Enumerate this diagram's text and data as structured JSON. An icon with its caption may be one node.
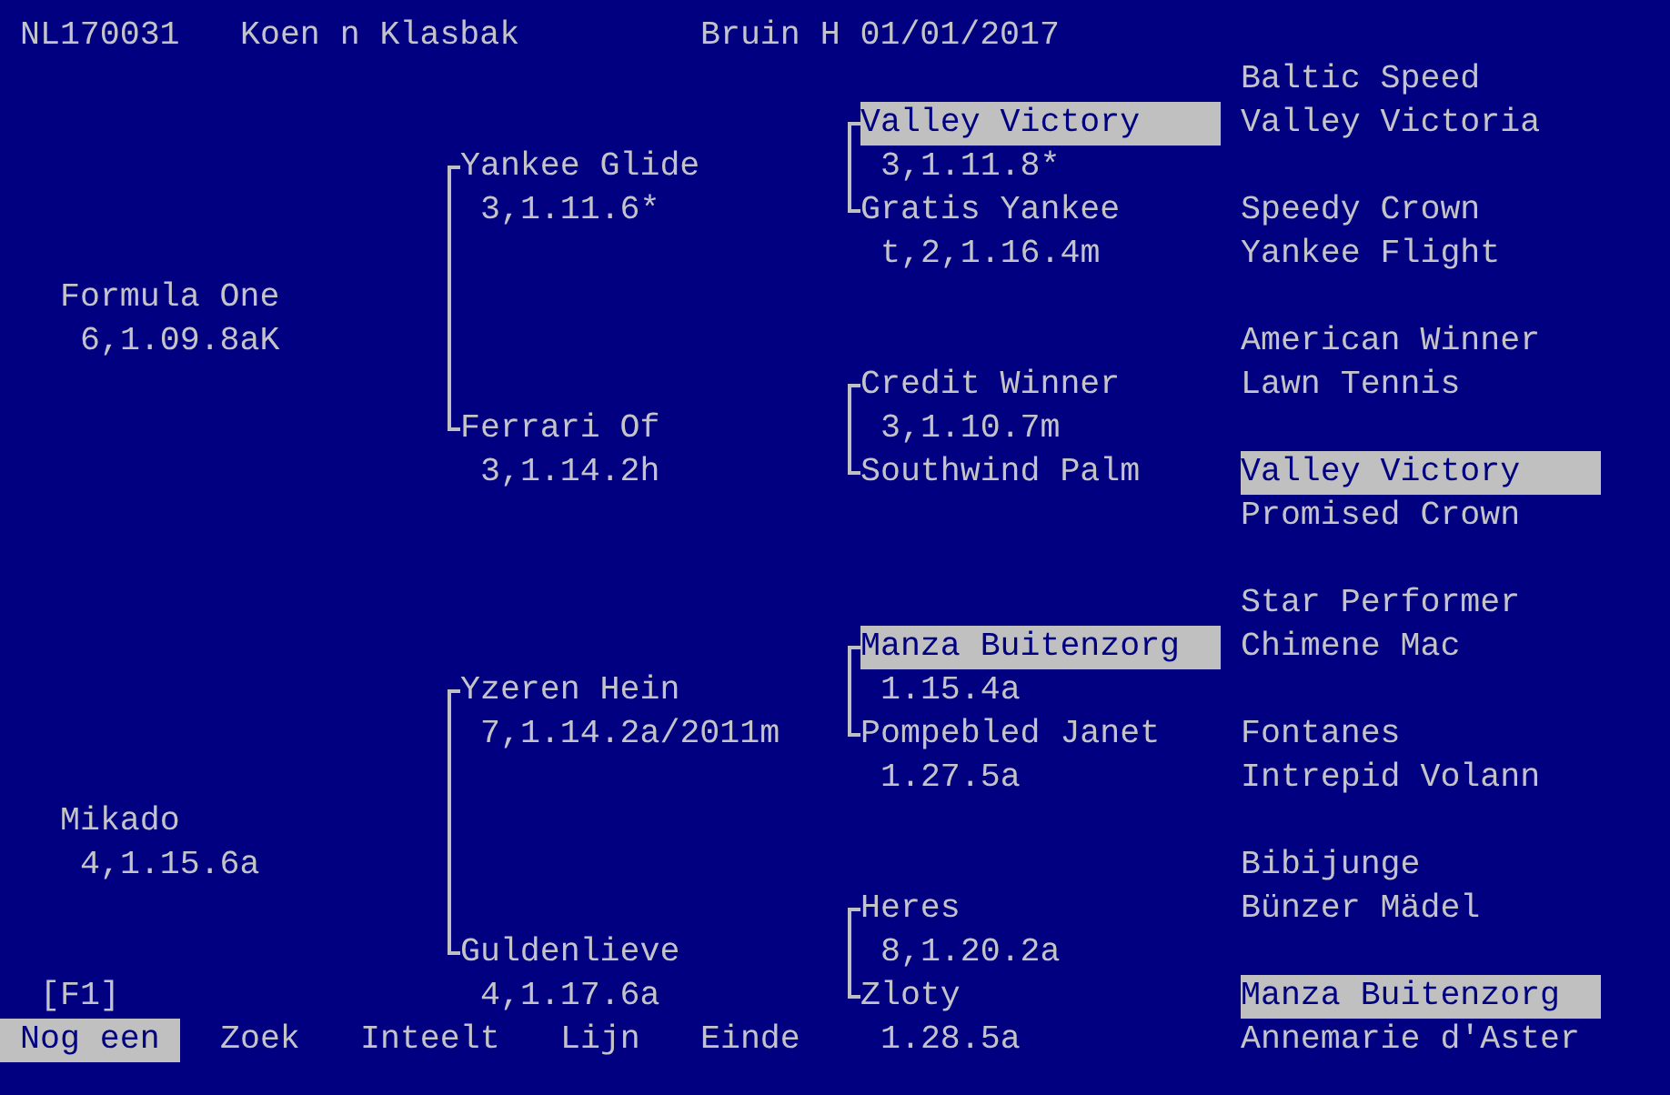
{
  "diagram": {
    "nodes": [
      {
        "text": [
          "Formula One",
          "6,1.09.8aK"
        ]
      },
      {
        "text": [
          "Mikado",
          "4,1.15.6a"
        ]
      },
      {
        "text": [
          "Yankee Glide",
          "3,1.11.6*"
        ]
      },
      {
        "text": [
          "Ferrari Of",
          "3,1.14.2h"
        ]
      },
      {
        "text": [
          "Yzeren Hein",
          "7,1.14.2a/2011m"
        ]
      },
      {
        "text": [
          "Guldenlieve",
          "4,1.17.6a"
        ]
      },
      {
        "text": [
          "Valley Victory",
          "3,1.11.8*"
        ]
      },
      {
        "text": [
          "Gratis Yankee",
          "t,2,1.16.4m"
        ]
      },
      {
        "text": [
          "Credit Winner",
          "3,1.10.7m"
        ]
      },
      {
        "text": [
          "Southwind Palm"
        ]
      },
      {
        "text": [
          "Manza Buitenzorg",
          "1.15.4a"
        ]
      },
      {
        "text": [
          "Pompebled Janet",
          "1.27.5a"
        ]
      },
      {
        "text": [
          "Heres",
          "8,1.20.2a"
        ]
      },
      {
        "text": [
          "Zloty",
          "1.28.5a"
        ]
      },
      {
        "text": [
          "Baltic Speed"
        ]
      },
      {
        "text": [
          "Valley Victoria"
        ]
      },
      {
        "text": [
          "Speedy Crown"
        ]
      },
      {
        "text": [
          "Yankee Flight"
        ]
      },
      {
        "text": [
          "American Winner"
        ]
      },
      {
        "text": [
          "Lawn Tennis"
        ]
      },
      {
        "text": [
          "Valley Victory"
        ]
      },
      {
        "text": [
          "Promised Crown"
        ]
      },
      {
        "text": [
          "Star Performer"
        ]
      },
      {
        "text": [
          "Chimene Mac"
        ]
      },
      {
        "text": [
          "Fontanes"
        ]
      },
      {
        "text": [
          "Intrepid Volann"
        ]
      },
      {
        "text": [
          "Bibijunge"
        ]
      },
      {
        "text": [
          "Bünzer Mädel"
        ]
      },
      {
        "text": [
          "Manza Buitenzorg"
        ]
      },
      {
        "text": [
          "Annemarie d'Aster"
        ]
      }
    ],
    "edges": [
      {
        "from": 2,
        "to": 3,
        "arrow": "none"
      },
      {
        "from": 4,
        "to": 5,
        "arrow": "none"
      },
      {
        "from": 6,
        "to": 7,
        "arrow": "none"
      },
      {
        "from": 8,
        "to": 9,
        "arrow": "none"
      },
      {
        "from": 10,
        "to": 11,
        "arrow": "none"
      },
      {
        "from": 12,
        "to": 13,
        "arrow": "none"
      }
    ],
    "labels": [
      "NL170031",
      "Koen n Klasbak",
      "Bruin H 01/01/2017",
      "[F1]",
      "Nog een",
      "Zoek",
      "Inteelt",
      "Lijn",
      "Einde"
    ]
  }
}
